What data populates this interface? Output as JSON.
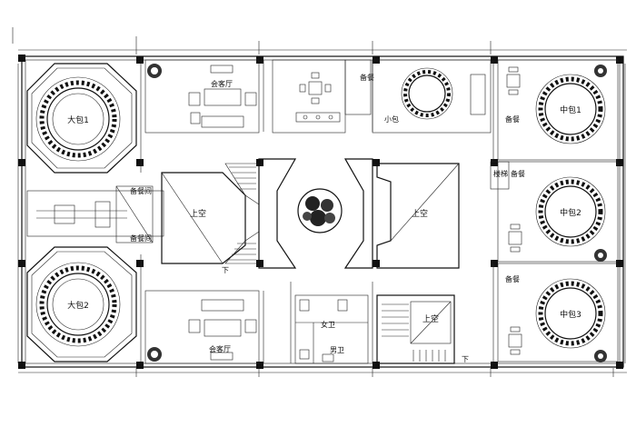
{
  "rooms": {
    "big_room_1": "大包1",
    "big_room_2": "大包2",
    "mid_room_1": "中包1",
    "mid_room_2": "中包2",
    "mid_room_3": "中包3",
    "small_room": "小包",
    "lounge_top": "会客厅",
    "lounge_bottom": "会客厅",
    "void_left": "上空",
    "void_center": "上空",
    "void_stair": "上空",
    "service_room_top": "备餐间",
    "service_room_bottom": "备餐间",
    "pantry_top": "备餐",
    "pantry_right_1": "备餐",
    "pantry_right_2": "备餐",
    "pantry_right_3": "备餐",
    "stairs_right": "楼梯",
    "womens_restroom": "女卫",
    "mens_restroom": "男卫",
    "down_mark_1": "下",
    "down_mark_2": "下"
  },
  "icons": {
    "plant": "potted-plant-icon",
    "tree": "atrium-tree-icon",
    "round_table": "round-table-icon",
    "square_table": "square-table-icon",
    "sofa": "sofa-icon",
    "stairs": "staircase-icon"
  },
  "colors": {
    "line": "#111111",
    "background": "#ffffff"
  }
}
